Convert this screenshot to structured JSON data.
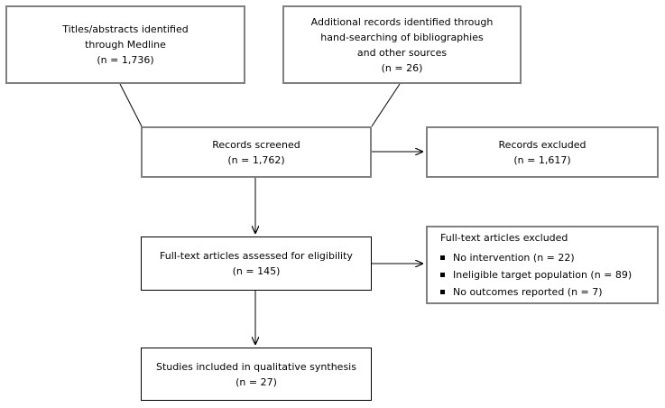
{
  "diagram": {
    "type": "prisma-flow-diagram",
    "nodes": {
      "medline": {
        "lines": [
          "Titles/abstracts identified",
          "through Medline",
          "(n = 1,736)"
        ]
      },
      "additional": {
        "lines": [
          "Additional records identified through",
          "hand-searching of bibliographies",
          "and other sources",
          "(n = 26)"
        ]
      },
      "screened": {
        "lines": [
          "Records screened",
          "(n = 1,762)"
        ]
      },
      "excluded": {
        "lines": [
          "Records excluded",
          "(n = 1,617)"
        ]
      },
      "eligibility": {
        "lines": [
          "Full-text articles assessed for eligibility",
          "(n = 145)"
        ]
      },
      "fulltext_excluded": {
        "heading": "Full-text articles excluded",
        "items": [
          "No intervention (n = 22)",
          "Ineligible target population (n = 89)",
          "No outcomes reported (n = 7)"
        ]
      },
      "included": {
        "lines": [
          "Studies included in qualitative synthesis",
          "(n = 27)"
        ]
      }
    },
    "counts": {
      "medline": 1736,
      "additional": 26,
      "screened": 1762,
      "excluded": 1617,
      "eligibility": 145,
      "no_intervention": 22,
      "ineligible_population": 89,
      "no_outcomes": 7,
      "included": 27
    },
    "colors": {
      "background": "#ffffff",
      "text": "#000000",
      "gray_border": "#808080",
      "black_border": "#000000",
      "connector": "#000000"
    }
  }
}
